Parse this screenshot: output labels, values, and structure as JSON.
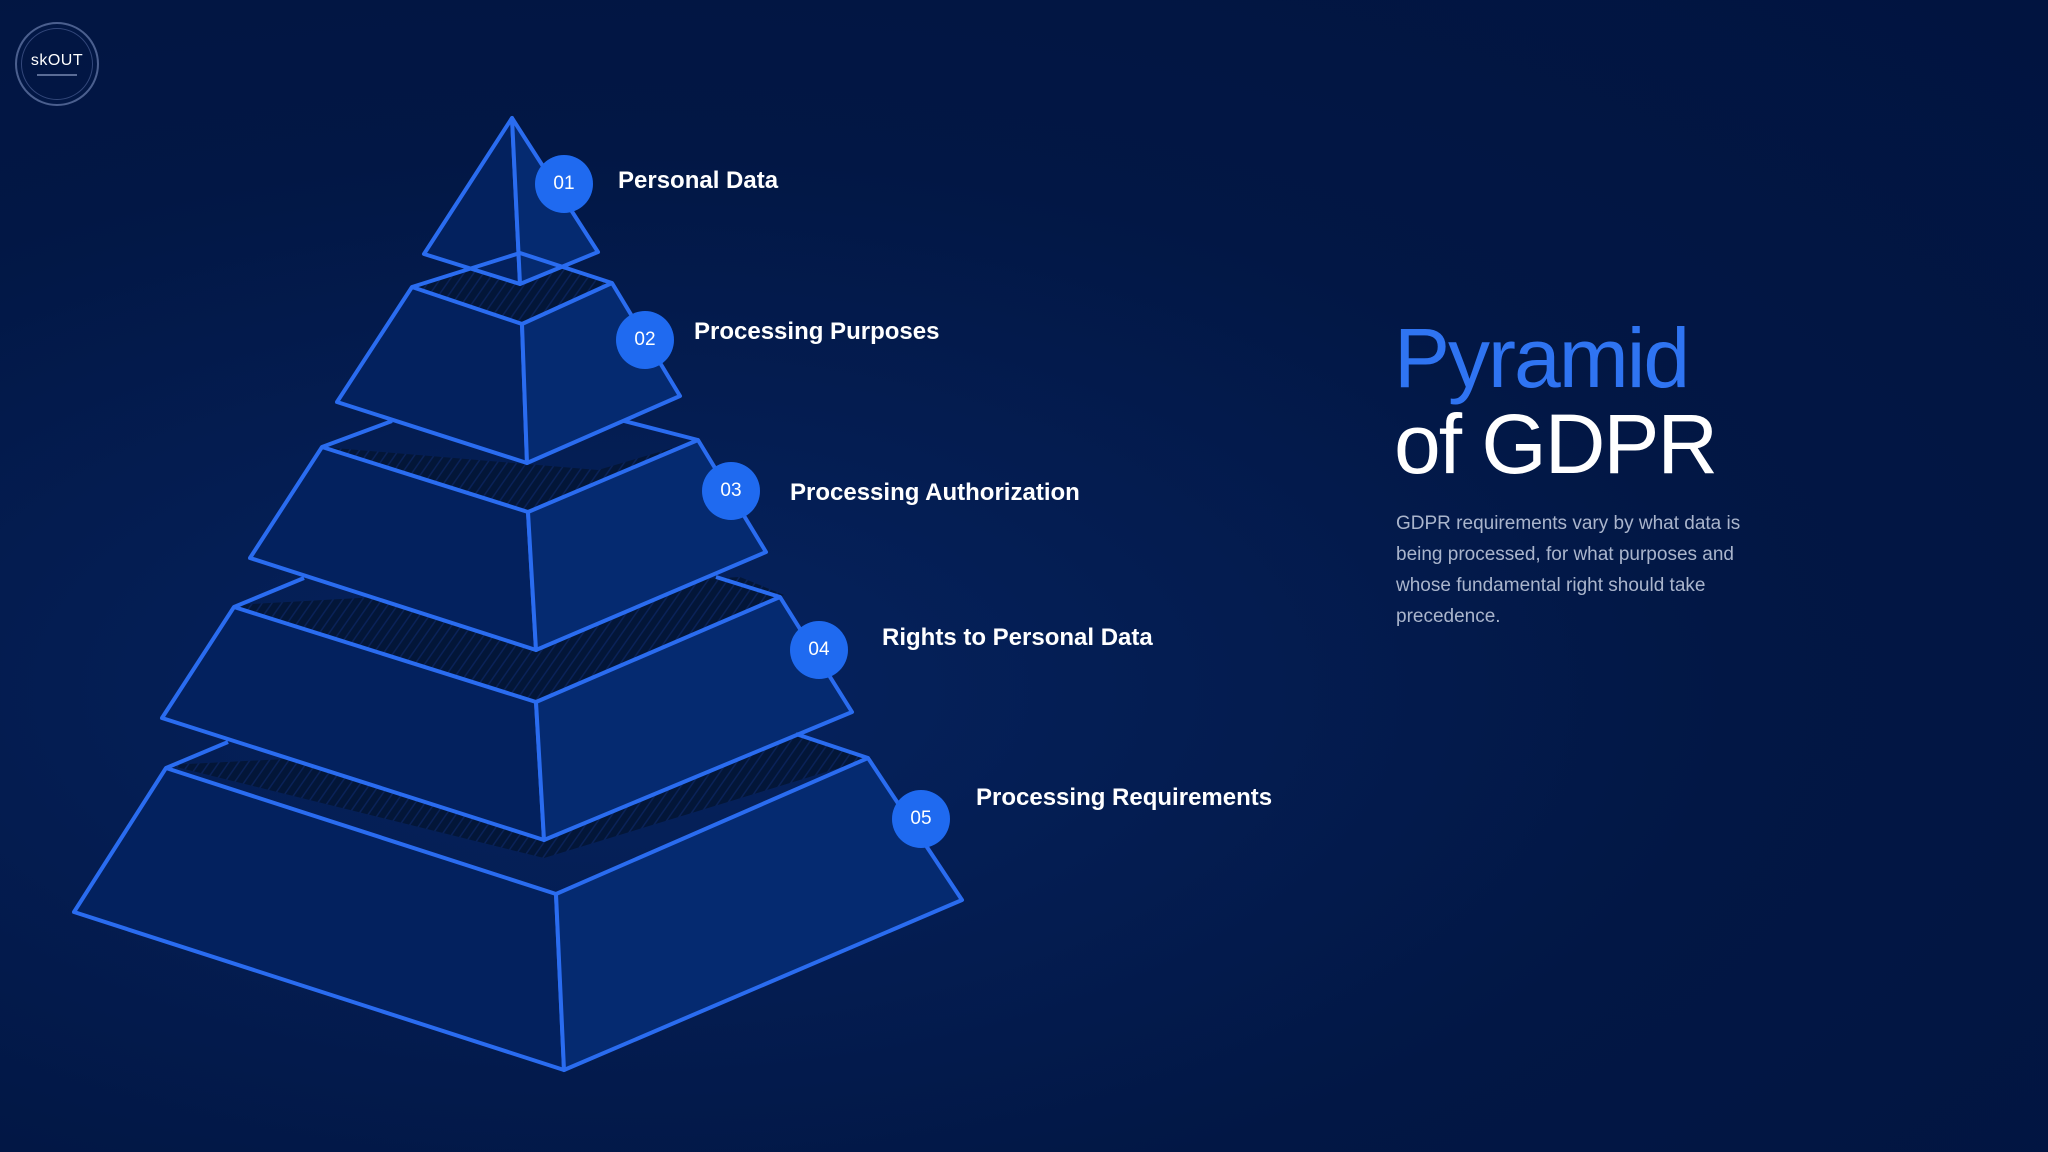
{
  "logo": {
    "text": "skOUT"
  },
  "steps": [
    {
      "number": "01",
      "label": "Personal Data"
    },
    {
      "number": "02",
      "label": "Processing Purposes"
    },
    {
      "number": "03",
      "label": "Processing Authorization"
    },
    {
      "number": "04",
      "label": "Rights to Personal Data"
    },
    {
      "number": "05",
      "label": "Processing Requirements"
    }
  ],
  "title": {
    "line1": "Pyramid",
    "line2": "of GDPR"
  },
  "description": "GDPR requirements vary by what data is being processed, for what purposes and whose fundamental right should take precedence.",
  "colors": {
    "background": "#021745",
    "accent": "#2f74f2",
    "outline": "#2a6cf0",
    "badge": "#1f6af0"
  }
}
